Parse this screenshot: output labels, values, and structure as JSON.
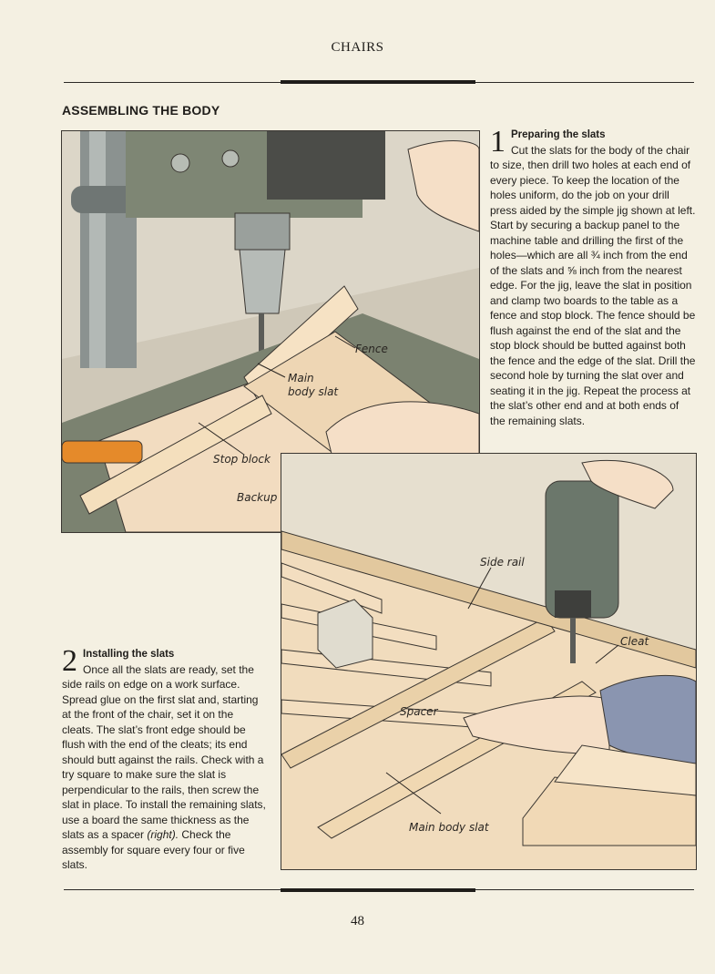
{
  "header": {
    "chapter": "CHAIRS"
  },
  "section": {
    "title": "ASSEMBLING THE BODY"
  },
  "figure1": {
    "labels": {
      "fence": "Fence",
      "main_body_slat_1": "Main",
      "main_body_slat_2": "body slat",
      "stop_block": "Stop block",
      "backup_panel": "Backup panel"
    }
  },
  "figure2": {
    "labels": {
      "side_rail": "Side rail",
      "cleat": "Cleat",
      "spacer": "Spacer",
      "main_body_slat": "Main body slat"
    }
  },
  "step1": {
    "number": "1",
    "title": "Preparing the slats",
    "body": "Cut the slats for the body of the chair to size, then drill two holes at each end of every piece. To keep the location of the holes uniform, do the job on your drill press aided by the simple jig shown at left. Start by securing a backup panel to the machine table and drilling the first of the holes—which are all ¾ inch from the end of the slats and ⅝ inch from the nearest edge. For the jig, leave the slat in position and clamp two boards to the table as a fence and stop block. The fence should be flush against the end of the slat and the stop block should be butted against both the fence and the edge of the slat. Drill the second hole by turning the slat over and seating it in the jig. Repeat the process at the slat’s other end and at both ends of the remaining slats."
  },
  "step2": {
    "number": "2",
    "title": "Installing the slats",
    "body_part1": "Once all the slats are ready, set the side rails on edge on a work surface. Spread glue on the first slat and, starting at the front of the chair, set it on the cleats. The slat’s front edge should be flush with the end of the cleats; its end should butt against the rails. Check with a try square to make sure the slat is perpendicular to the rails, then screw the slat in place. To install the remaining slats, use a board the same thickness as the slats as a spacer ",
    "body_italic": "(right).",
    "body_part2": " Check the assembly for square every four or five slats."
  },
  "footer": {
    "page_number": "48"
  }
}
